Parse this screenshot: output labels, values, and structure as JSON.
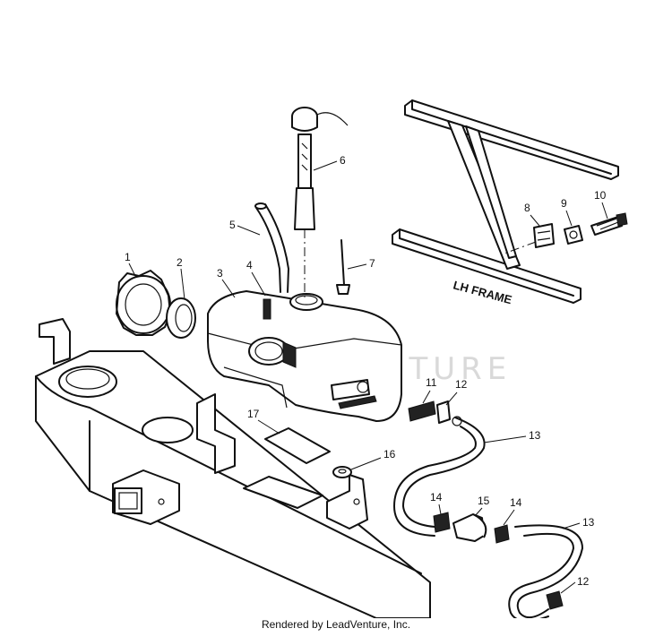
{
  "frame_label": "LH FRAME",
  "watermark": "LEADVENTURE",
  "footer": "Rendered by LeadVenture, Inc.",
  "callouts": [
    "1",
    "2",
    "3",
    "4",
    "5",
    "6",
    "7",
    "8",
    "9",
    "10",
    "11",
    "12",
    "12",
    "13",
    "13",
    "14",
    "14",
    "15",
    "16",
    "17"
  ]
}
